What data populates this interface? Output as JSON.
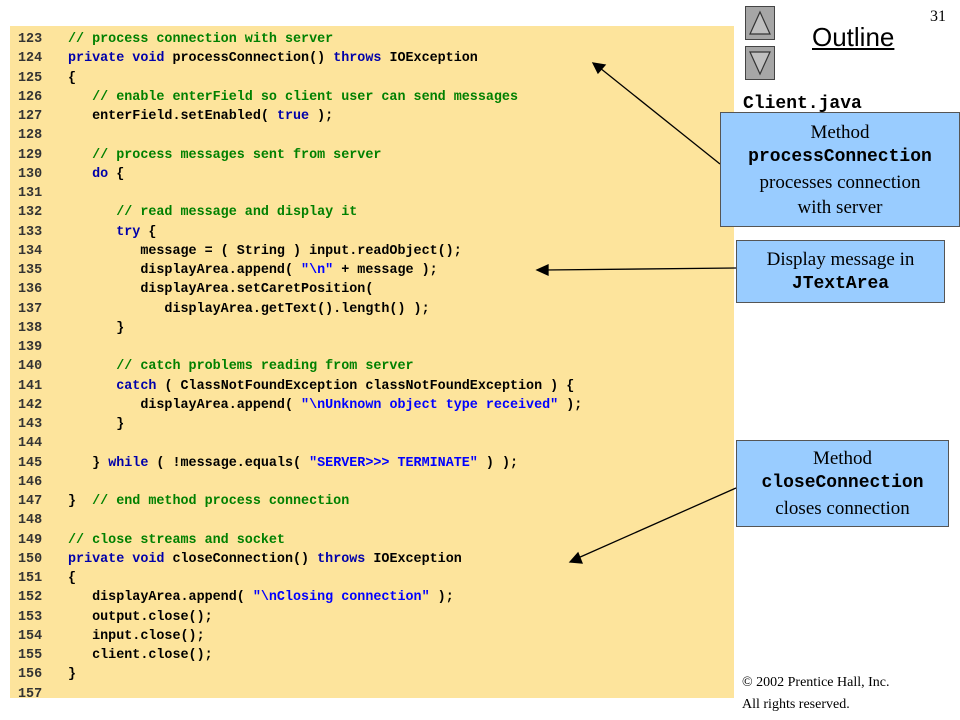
{
  "slide_number": "31",
  "outline": {
    "title": "Outline",
    "file_name": "Client.java"
  },
  "nav": {
    "prev_icon": "triangle-up-icon",
    "next_icon": "triangle-down-icon",
    "button_color": "#a6a6a6"
  },
  "code_lines": [
    {
      "n": "123",
      "t": [
        [
          "c",
          "// process connection with server"
        ]
      ]
    },
    {
      "n": "124",
      "t": [
        [
          "k",
          "private void "
        ],
        [
          "p",
          "processConnection() "
        ],
        [
          "k",
          "throws "
        ],
        [
          "p",
          "IOException"
        ]
      ]
    },
    {
      "n": "125",
      "t": [
        [
          "p",
          "{"
        ]
      ]
    },
    {
      "n": "126",
      "t": [
        [
          "c",
          "   // enable enterField so client user can send messages"
        ]
      ]
    },
    {
      "n": "127",
      "t": [
        [
          "p",
          "   enterField.setEnabled( "
        ],
        [
          "k",
          "true"
        ],
        [
          "p",
          " );"
        ]
      ]
    },
    {
      "n": "128",
      "t": []
    },
    {
      "n": "129",
      "t": [
        [
          "c",
          "   // process messages sent from server"
        ]
      ]
    },
    {
      "n": "130",
      "t": [
        [
          "k",
          "   do"
        ],
        [
          "p",
          " {"
        ]
      ]
    },
    {
      "n": "131",
      "t": []
    },
    {
      "n": "132",
      "t": [
        [
          "c",
          "      // read message and display it"
        ]
      ]
    },
    {
      "n": "133",
      "t": [
        [
          "k",
          "      try"
        ],
        [
          "p",
          " {"
        ]
      ]
    },
    {
      "n": "134",
      "t": [
        [
          "p",
          "         message = ( String ) input.readObject();"
        ]
      ]
    },
    {
      "n": "135",
      "t": [
        [
          "p",
          "         displayArea.append( "
        ],
        [
          "s",
          "\"\\n\""
        ],
        [
          "p",
          " + message );"
        ]
      ]
    },
    {
      "n": "136",
      "t": [
        [
          "p",
          "         displayArea.setCaretPosition("
        ]
      ]
    },
    {
      "n": "137",
      "t": [
        [
          "p",
          "            displayArea.getText().length() );"
        ]
      ]
    },
    {
      "n": "138",
      "t": [
        [
          "p",
          "      }"
        ]
      ]
    },
    {
      "n": "139",
      "t": []
    },
    {
      "n": "140",
      "t": [
        [
          "c",
          "      // catch problems reading from server"
        ]
      ]
    },
    {
      "n": "141",
      "t": [
        [
          "k",
          "      catch"
        ],
        [
          "p",
          " ( ClassNotFoundException classNotFoundException ) {"
        ]
      ]
    },
    {
      "n": "142",
      "t": [
        [
          "p",
          "         displayArea.append( "
        ],
        [
          "s",
          "\"\\nUnknown object type received\""
        ],
        [
          "p",
          " );"
        ]
      ]
    },
    {
      "n": "143",
      "t": [
        [
          "p",
          "      }"
        ]
      ]
    },
    {
      "n": "144",
      "t": []
    },
    {
      "n": "145",
      "t": [
        [
          "p",
          "   } "
        ],
        [
          "k",
          "while"
        ],
        [
          "p",
          " ( !message.equals( "
        ],
        [
          "s",
          "\"SERVER>>> TERMINATE\""
        ],
        [
          "p",
          " ) );"
        ]
      ]
    },
    {
      "n": "146",
      "t": []
    },
    {
      "n": "147",
      "t": [
        [
          "p",
          "}  "
        ],
        [
          "c",
          "// end method process connection"
        ]
      ]
    },
    {
      "n": "148",
      "t": []
    },
    {
      "n": "149",
      "t": [
        [
          "c",
          "// close streams and socket"
        ]
      ]
    },
    {
      "n": "150",
      "t": [
        [
          "k",
          "private void "
        ],
        [
          "p",
          "closeConnection() "
        ],
        [
          "k",
          "throws "
        ],
        [
          "p",
          "IOException"
        ]
      ]
    },
    {
      "n": "151",
      "t": [
        [
          "p",
          "{"
        ]
      ]
    },
    {
      "n": "152",
      "t": [
        [
          "p",
          "   displayArea.append( "
        ],
        [
          "s",
          "\"\\nClosing connection\""
        ],
        [
          "p",
          " );"
        ]
      ]
    },
    {
      "n": "153",
      "t": [
        [
          "p",
          "   output.close();"
        ]
      ]
    },
    {
      "n": "154",
      "t": [
        [
          "p",
          "   input.close();"
        ]
      ]
    },
    {
      "n": "155",
      "t": [
        [
          "p",
          "   client.close();"
        ]
      ]
    },
    {
      "n": "156",
      "t": [
        [
          "p",
          "}"
        ]
      ]
    },
    {
      "n": "157",
      "t": []
    }
  ],
  "callouts": {
    "process": {
      "line1": "Method",
      "code": "processConnection",
      "line2": "processes connection",
      "line3": "with server"
    },
    "display": {
      "line1": "Display message in",
      "code": "JTextArea"
    },
    "close": {
      "line1": "Method",
      "code": "closeConnection",
      "line2": "closes connection"
    }
  },
  "copyright": {
    "line1": "© 2002 Prentice Hall, Inc.",
    "line2": "All rights reserved."
  },
  "colors": {
    "code_background": "#fde49c",
    "callout_background": "#99ccff",
    "comment": "#008000",
    "keyword": "#0000aa",
    "string": "#0000ff"
  }
}
